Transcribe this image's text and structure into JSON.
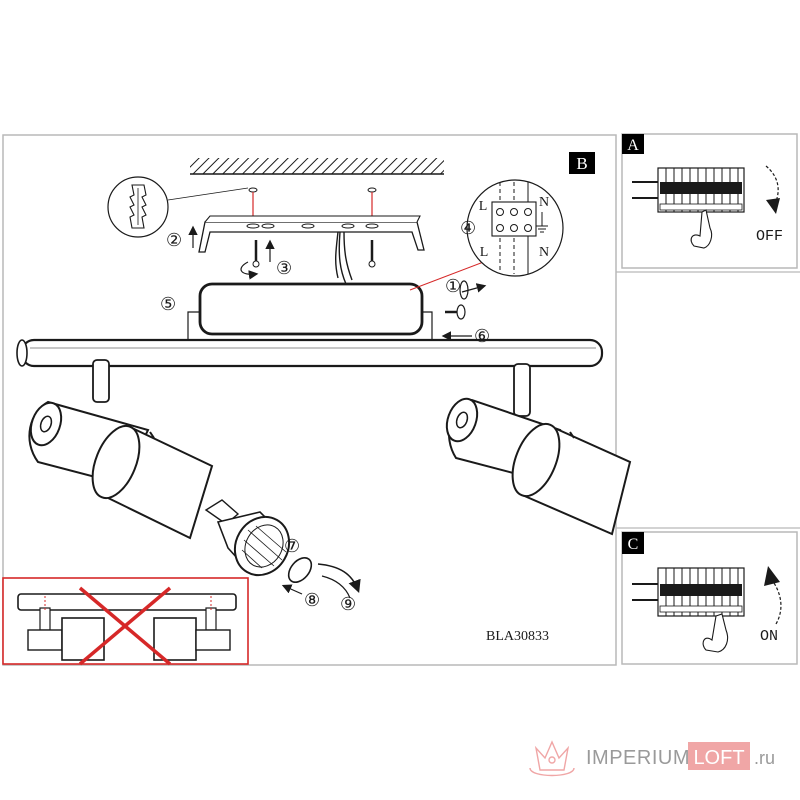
{
  "panels": {
    "B": {
      "letter": "B",
      "model_code": "BLA30833"
    },
    "A": {
      "letter": "A",
      "switch_label": "OFF"
    },
    "C": {
      "letter": "C",
      "switch_label": "ON"
    }
  },
  "wiring": {
    "left_top": "L",
    "right_top": "N",
    "left_bottom": "L",
    "right_bottom": "N"
  },
  "steps": [
    "①",
    "②",
    "③",
    "④",
    "⑤",
    "⑥",
    "⑦",
    "⑧",
    "⑨"
  ],
  "watermark": {
    "brand_main": "IMPERIUM",
    "brand_box": "LOFT",
    "tld": ".ru"
  },
  "colors": {
    "line": "#1a1a1a",
    "panel_border": "#b9b9b9",
    "warning_red": "#d62828",
    "watermark_grey": "#9a9a9a",
    "watermark_box": "#f0a6a6"
  }
}
